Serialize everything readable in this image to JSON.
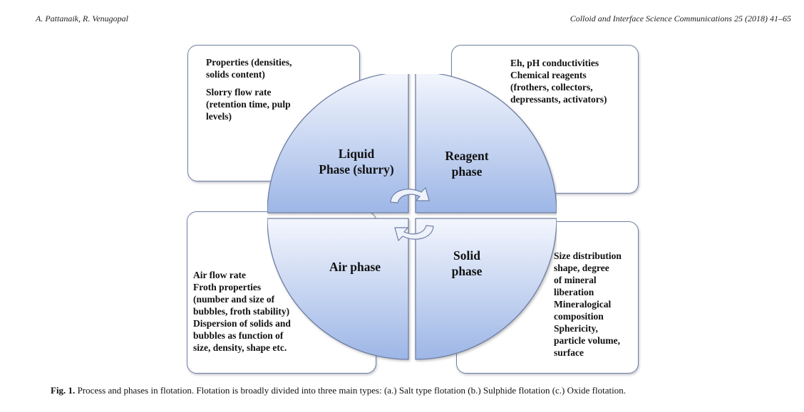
{
  "header": {
    "authors": "A. Pattanaik, R. Venugopal",
    "journal": "Colloid and Interface Science Communications 25 (2018) 41–65"
  },
  "diagram": {
    "phases": {
      "liquid": [
        "Liquid",
        "Phase (slurry)"
      ],
      "reagent": [
        "Reagent",
        "phase"
      ],
      "air": [
        "Air phase"
      ],
      "solid": [
        "Solid",
        "phase"
      ]
    },
    "boxes": {
      "liquid": [
        "Properties (densities,",
        "solids content)",
        "",
        "Slorry flow rate",
        "(retention time, pulp",
        "levels)"
      ],
      "reagent": [
        "Eh, pH conductivities",
        "Chemical reagents",
        "(frothers, collectors,",
        "depressants, activators)"
      ],
      "air": [
        "Air flow rate",
        "Froth properties",
        "(number and size of",
        "bubbles, froth stability)",
        "Dispersion of solids and",
        "bubbles as function of",
        "size, density, shape etc."
      ],
      "solid": [
        "Size distribution",
        "shape, degree",
        "of mineral",
        "liberation",
        "Mineralogical",
        "composition",
        "Sphericity,",
        "particle volume,",
        "surface"
      ]
    },
    "colors": {
      "quadrant_top": "#f3f6fd",
      "quadrant_bottom": "#9db6e6",
      "border": "#6f7fa3"
    }
  },
  "caption": {
    "label": "Fig. 1.",
    "text": "Process and phases in flotation. Flotation is broadly divided into three main types: (a.) Salt type flotation (b.) Sulphide flotation (c.) Oxide flotation."
  }
}
